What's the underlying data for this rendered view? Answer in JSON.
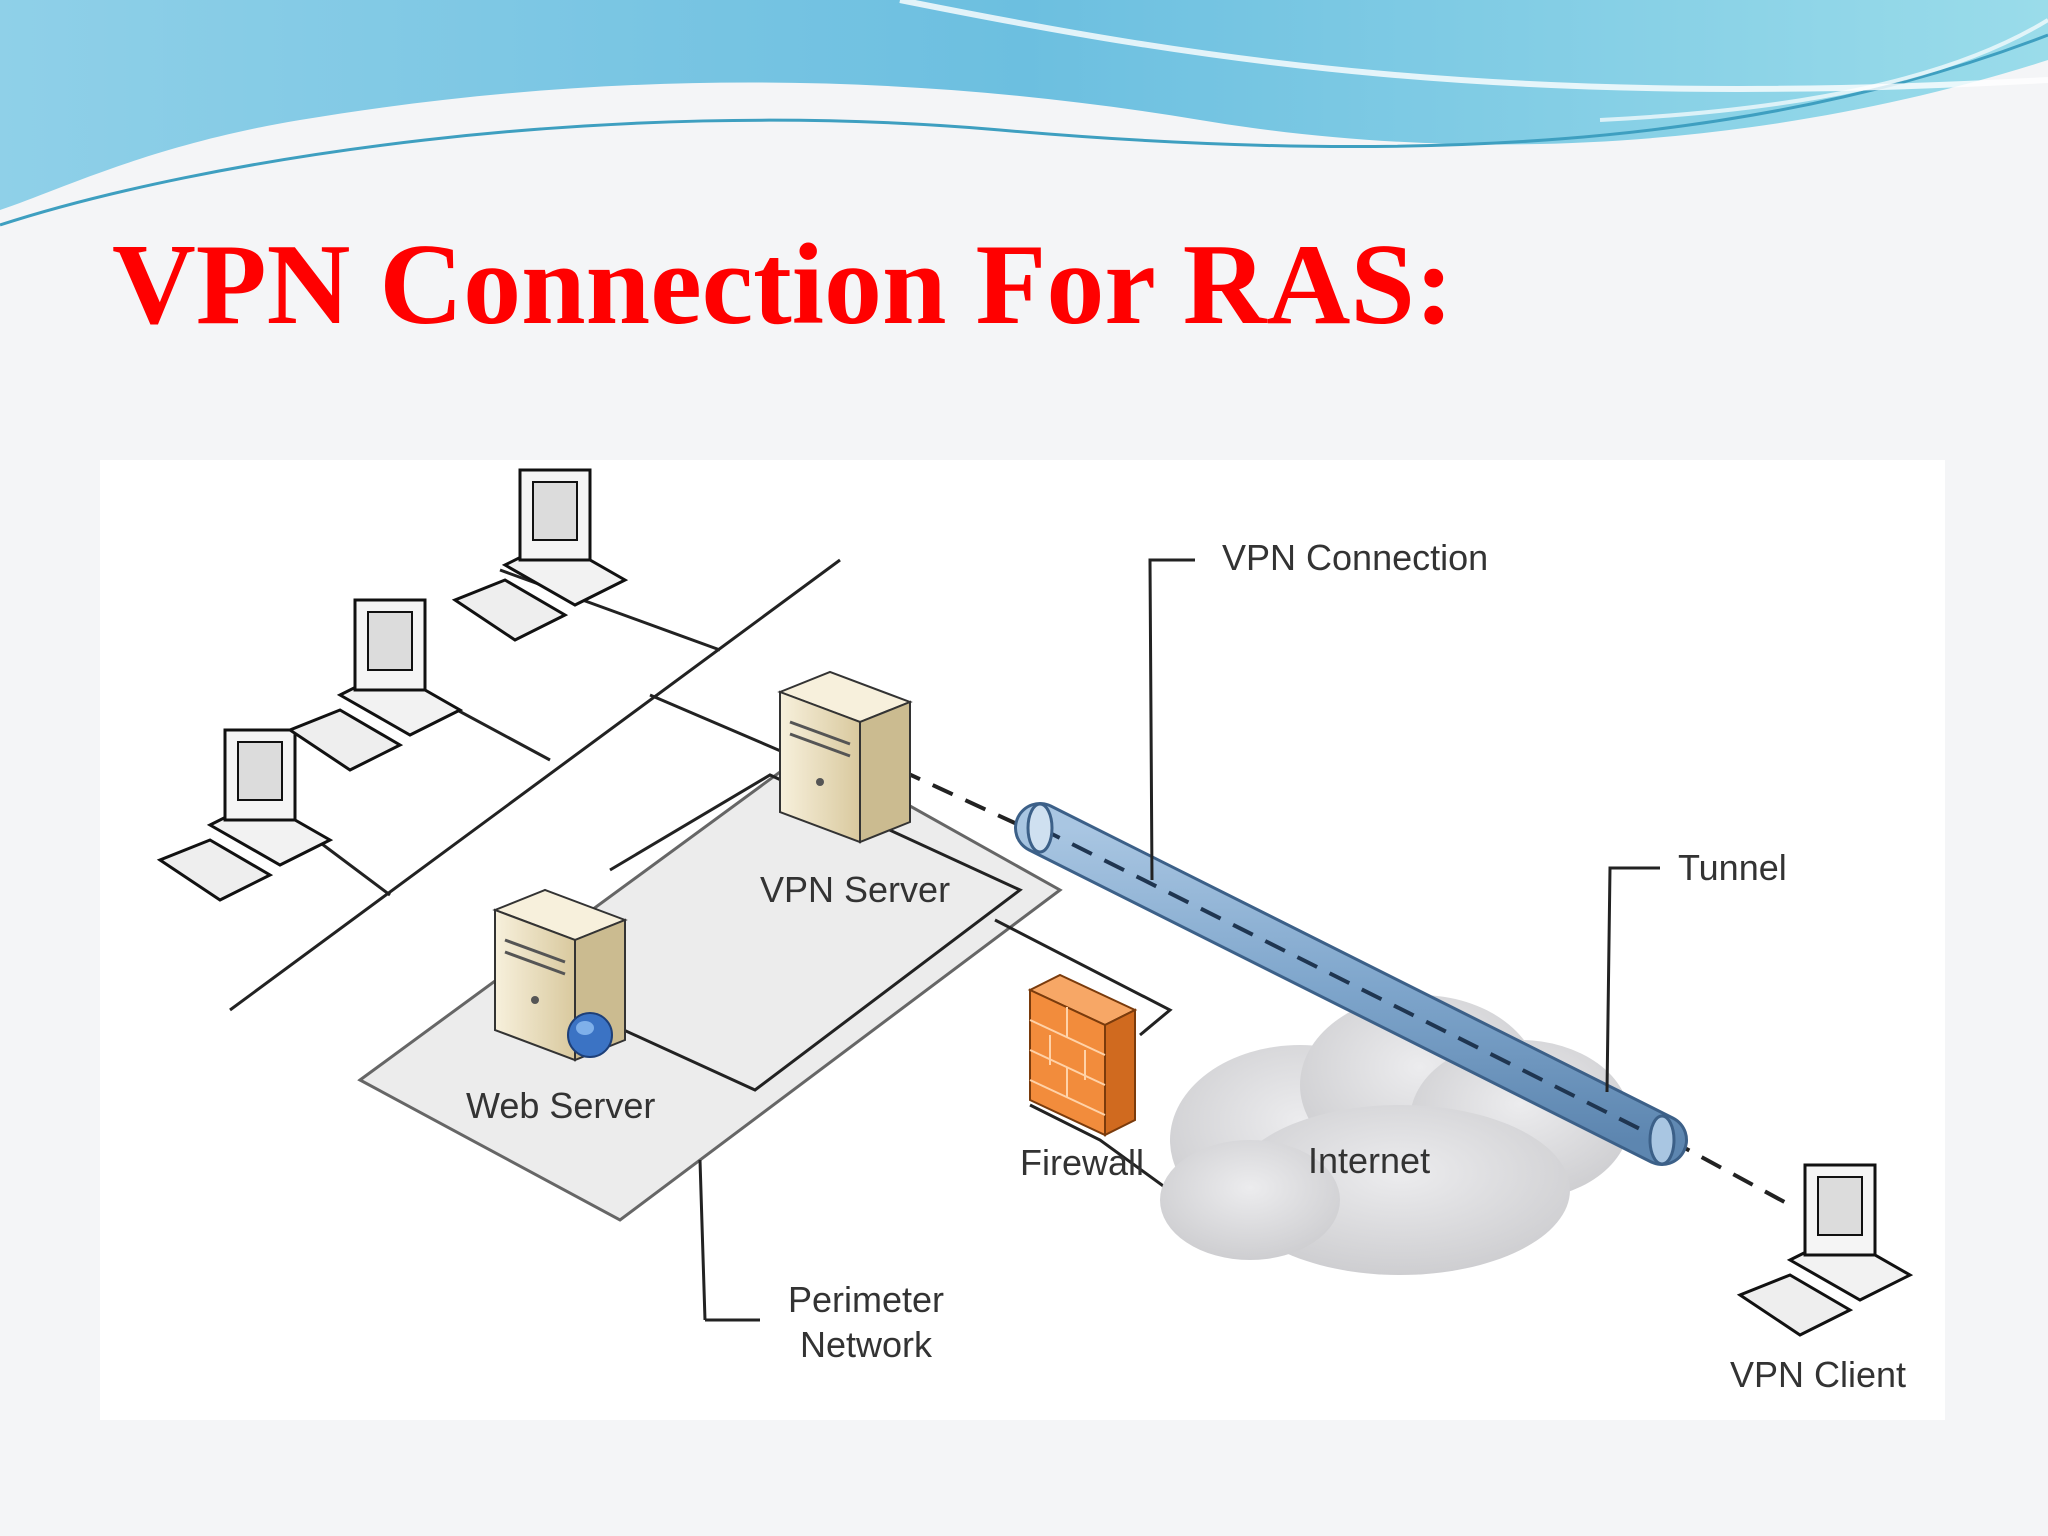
{
  "slide": {
    "title": "VPN Connection For RAS:"
  },
  "diagram": {
    "labels": {
      "vpn_connection": "VPN Connection",
      "tunnel": "Tunnel",
      "vpn_server": "VPN Server",
      "web_server": "Web Server",
      "firewall": "Firewall",
      "internet": "Internet",
      "perimeter_network_line1": "Perimeter",
      "perimeter_network_line2": "Network",
      "vpn_client": "VPN Client"
    },
    "nodes": [
      {
        "id": "workstation-1",
        "type": "computer-icon"
      },
      {
        "id": "workstation-2",
        "type": "computer-icon"
      },
      {
        "id": "workstation-3",
        "type": "computer-icon"
      },
      {
        "id": "vpn-server",
        "type": "server-icon"
      },
      {
        "id": "web-server",
        "type": "server-icon"
      },
      {
        "id": "firewall",
        "type": "brick-wall-icon"
      },
      {
        "id": "internet",
        "type": "cloud-icon"
      },
      {
        "id": "vpn-client",
        "type": "computer-icon"
      }
    ],
    "colors": {
      "title": "#ff0000",
      "tunnel": "#7fa6cc",
      "firewall": "#f28c3c",
      "server_case": "#efe5c8",
      "cloud": "#d6d6d8",
      "header_wave": "#7ec8e3"
    }
  }
}
